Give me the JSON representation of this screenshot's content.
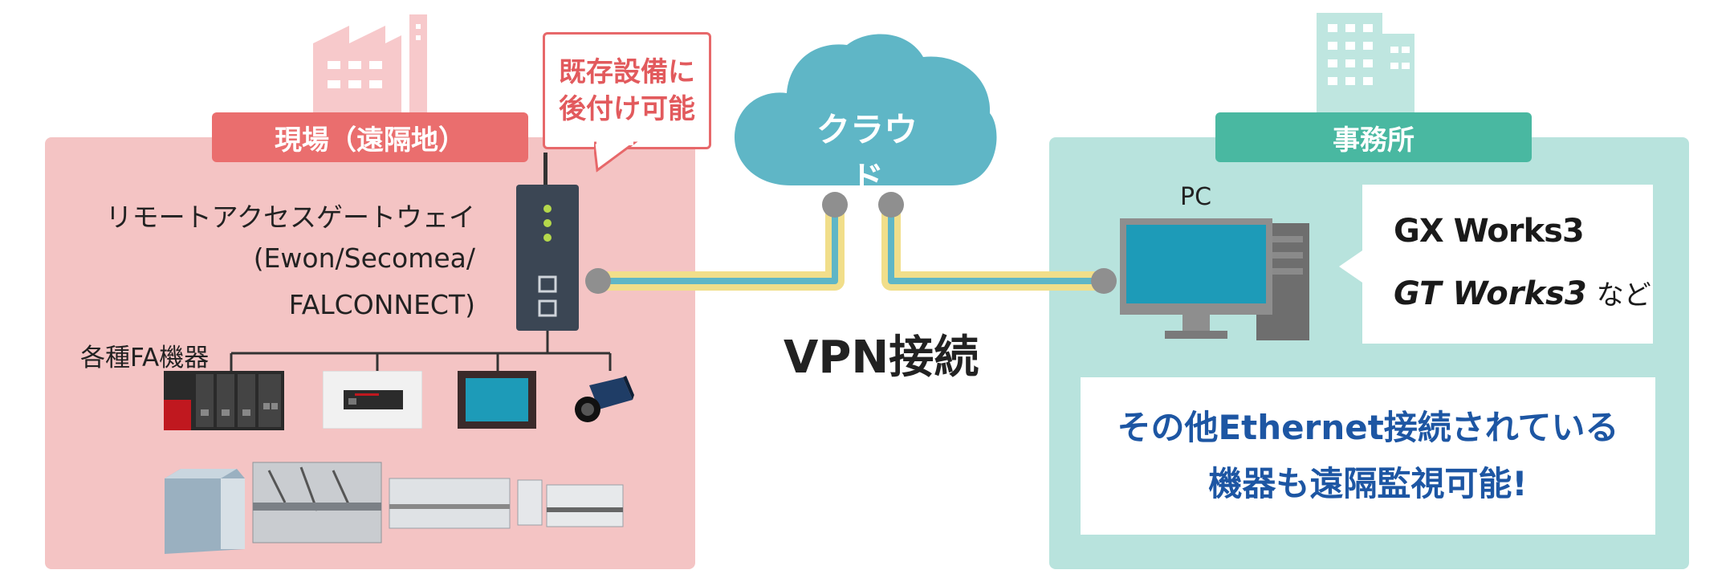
{
  "site": {
    "title": "現場（遠隔地）",
    "callout_line1": "既存設備に",
    "callout_line2": "後付け可能",
    "gateway_line1": "リモートアクセスゲートウェイ",
    "gateway_line2": "(Ewon/Secomea/",
    "gateway_line3": "FALCONNECT)",
    "fa_label": "各種FA機器"
  },
  "cloud": {
    "label": "クラウド"
  },
  "connection": {
    "label": "VPN接続"
  },
  "office": {
    "title": "事務所",
    "pc_label": "PC",
    "software_1": "GX Works3",
    "software_2": "GT Works3",
    "software_suffix": "など",
    "note_line1": "その他Ethernet接続されている",
    "note_line2": "機器も遠隔監視可能!"
  },
  "colors": {
    "site_panel": "#f4c4c4",
    "site_accent": "#ea6e6e",
    "office_panel": "#b8e3dd",
    "office_accent": "#49b8a1",
    "cloud": "#5fb6c6",
    "cable_yellow": "#f1de8a",
    "note_text": "#1d56a3"
  },
  "icons": [
    "factory-icon",
    "office-building-icon",
    "cloud-icon",
    "gateway-device-icon",
    "plc-icon",
    "hmi-panel-icon",
    "camera-icon",
    "production-line-icon",
    "desktop-pc-icon"
  ]
}
